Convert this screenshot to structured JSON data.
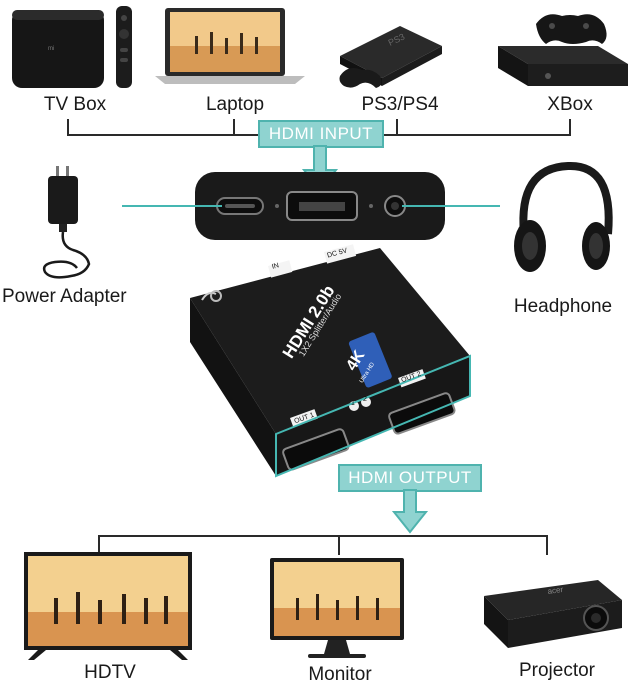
{
  "sources": [
    {
      "name": "tv-box",
      "label": "TV Box"
    },
    {
      "name": "laptop",
      "label": "Laptop"
    },
    {
      "name": "ps",
      "label": "PS3/PS4"
    },
    {
      "name": "xbox",
      "label": "XBox"
    }
  ],
  "input_tag": "HDMI INPUT",
  "output_tag": "HDMI OUTPUT",
  "power_label": "Power Adapter",
  "headphone_label": "Headphone",
  "device": {
    "brand_text": "HDMI 2.0b",
    "model_text": "1X2 Splitter/Audio",
    "badge_text": "4K",
    "badge_sub": "Ultra HD",
    "port_in": "IN",
    "port_dc": "DC 5V",
    "port_out1": "OUT 1",
    "port_out2": "OUT 2",
    "led1": "1",
    "led2": "2"
  },
  "outputs": [
    {
      "name": "hdtv",
      "label": "HDTV"
    },
    {
      "name": "monitor",
      "label": "Monitor"
    },
    {
      "name": "projector",
      "label": "Projector"
    }
  ],
  "colors": {
    "accent": "#45b7b2",
    "tag_fill": "#8fd3d0",
    "device": "#1b1b1b",
    "badge": "#2f5fb8"
  }
}
